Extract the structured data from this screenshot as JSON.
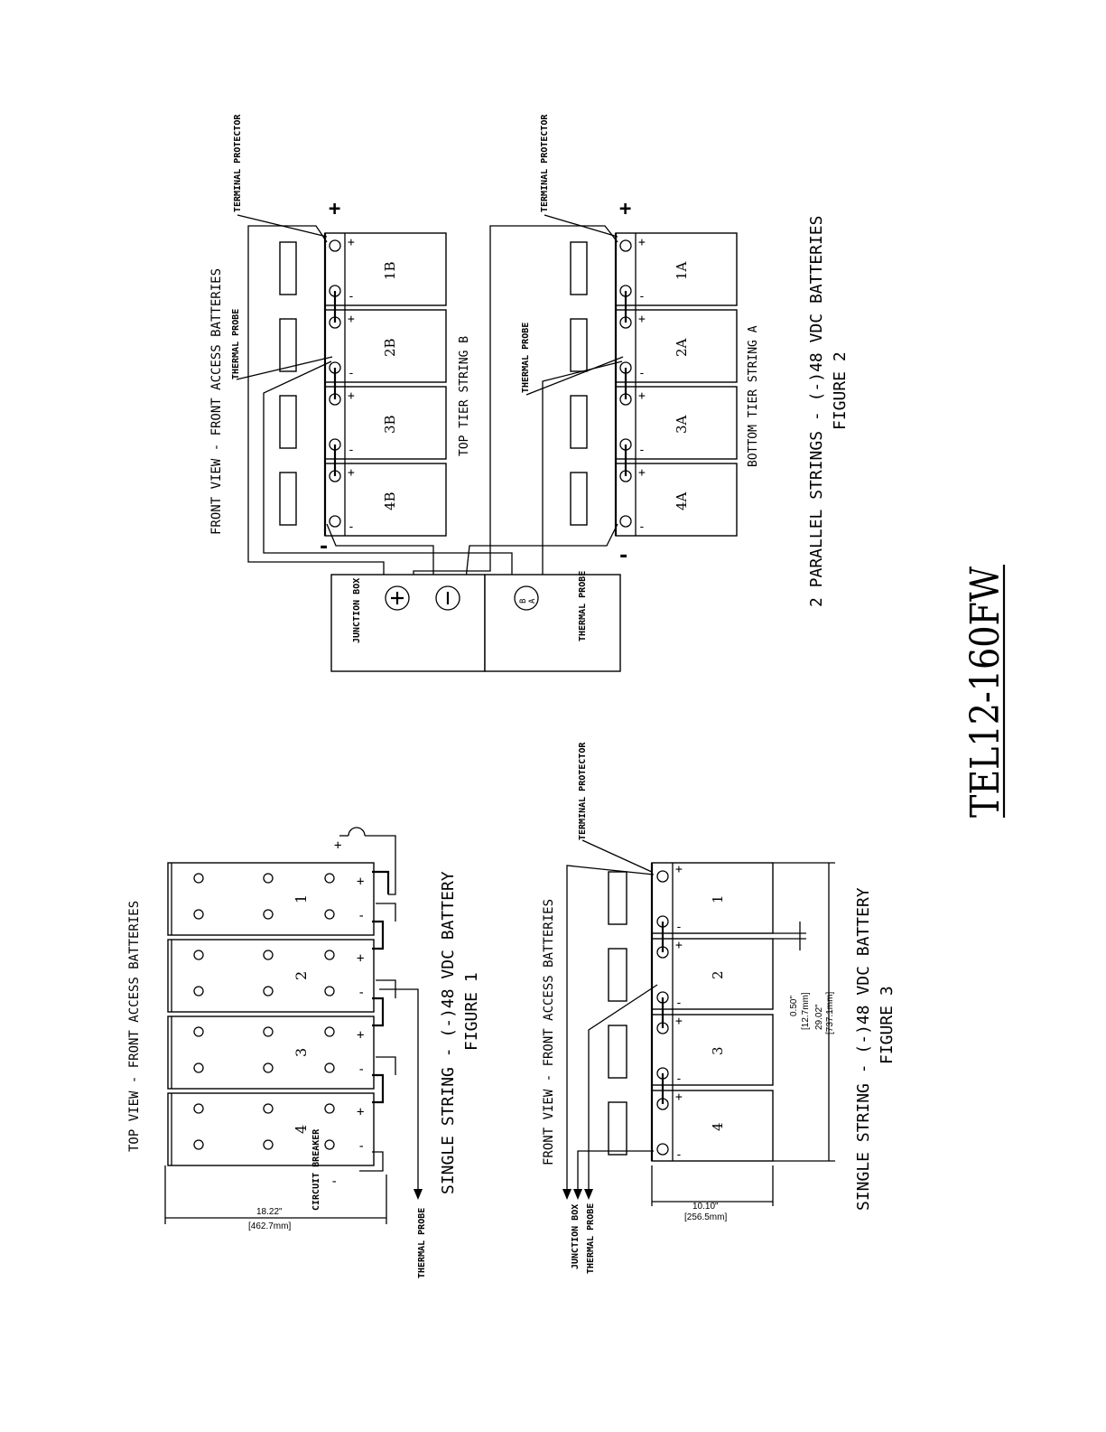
{
  "title": "TEL12-160FW",
  "figure1": {
    "view_label": "TOP VIEW - FRONT ACCESS BATTERIES",
    "caption_line1": "SINGLE STRING - (-)48 VDC BATTERY",
    "caption_line2": "FIGURE 1",
    "battery_numbers": [
      "1",
      "2",
      "3",
      "4"
    ],
    "dimension_in": "18.22\"",
    "dimension_mm": "[462.7mm]",
    "circuit_breaker": "CIRCUIT BREAKER",
    "thermal_probe": "THERMAL PROBE",
    "plus": "+",
    "minus": "-"
  },
  "figure2": {
    "view_label": "FRONT VIEW - FRONT ACCESS BATTERIES",
    "caption_line1": "2 PARALLEL STRINGS - (-)48 VDC BATTERIES",
    "caption_line2": "FIGURE 2",
    "top_tier": "TOP TIER STRING B",
    "bottom_tier": "BOTTOM TIER STRING A",
    "batteries_b": [
      "1B",
      "2B",
      "3B",
      "4B"
    ],
    "batteries_a": [
      "1A",
      "2A",
      "3A",
      "4A"
    ],
    "terminal_protector": "TERMINAL PROTECTOR",
    "thermal_probe": "THERMAL PROBE",
    "junction_box": "JUNCTION BOX",
    "thermal_probe_box": "THERMAL PROBE",
    "probe_b": "B",
    "probe_a": "A",
    "plus": "+",
    "minus": "-"
  },
  "figure3": {
    "view_label": "FRONT VIEW - FRONT ACCESS BATTERIES",
    "caption_line1": "SINGLE STRING - (-)48 VDC BATTERY",
    "caption_line2": "FIGURE 3",
    "battery_numbers": [
      "1",
      "2",
      "3",
      "4"
    ],
    "terminal_protector": "TERMINAL PROTECTOR",
    "junction_box": "JUNCTION BOX",
    "thermal_probe": "THERMAL PROBE",
    "dim_gap_in": "0.50\"",
    "dim_gap_mm": "[12.7mm]",
    "dim_total_in": "29.02\"",
    "dim_total_mm": "[737.1mm]",
    "dim_width_in": "10.10\"",
    "dim_width_mm": "[256.5mm]",
    "plus": "+",
    "minus": "-"
  }
}
